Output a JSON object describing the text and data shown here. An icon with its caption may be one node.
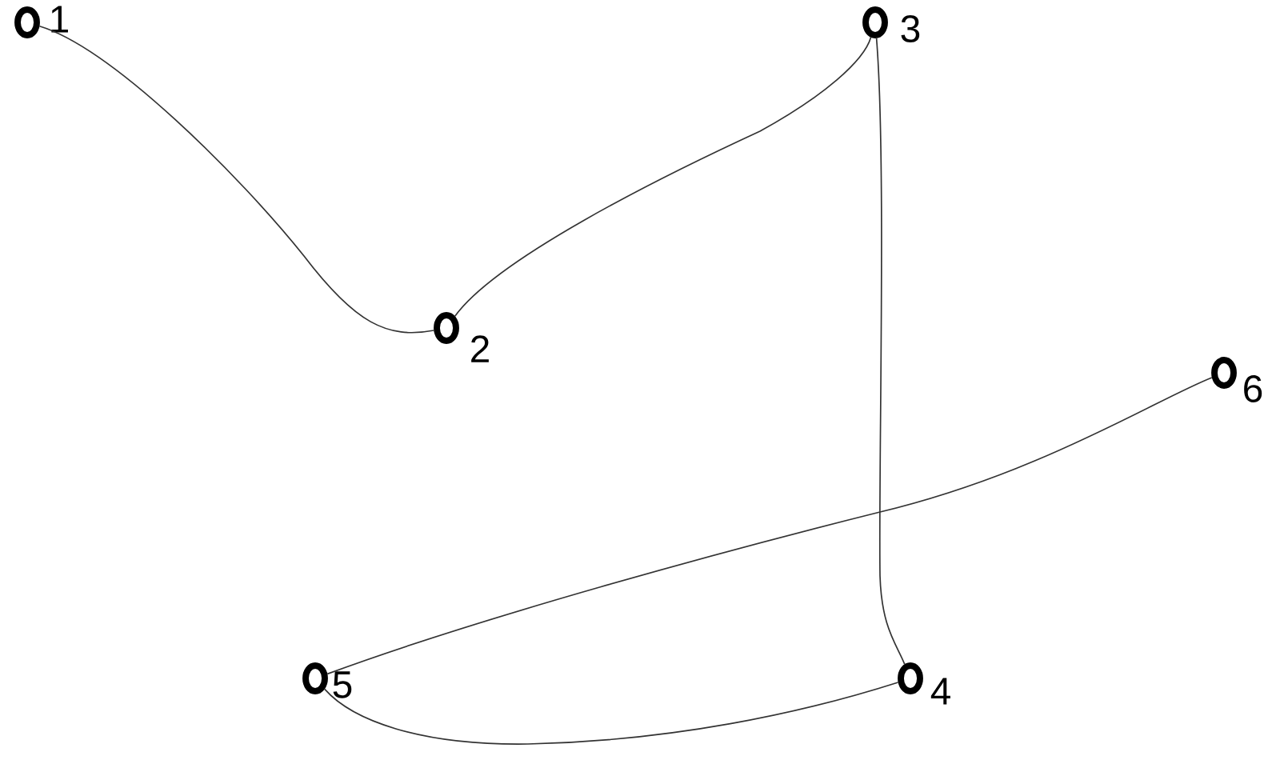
{
  "diagram": {
    "nodes": [
      {
        "text": [],
        "shape": "circle",
        "beside": [
          "1"
        ]
      },
      {
        "text": [],
        "shape": "circle",
        "beside": [
          "2"
        ]
      },
      {
        "text": [],
        "shape": "circle",
        "beside": [
          "3"
        ]
      },
      {
        "text": [],
        "shape": "circle",
        "beside": [
          "4"
        ]
      },
      {
        "text": [],
        "shape": "circle",
        "beside": [
          "5"
        ]
      },
      {
        "text": [],
        "shape": "circle",
        "beside": [
          "6"
        ]
      }
    ],
    "edges": [
      {
        "from": 0,
        "to": 1,
        "arrow": "none"
      },
      {
        "from": 1,
        "to": 2,
        "arrow": "none"
      },
      {
        "from": 2,
        "to": 3,
        "arrow": "none"
      },
      {
        "from": 3,
        "to": 4,
        "arrow": "none"
      },
      {
        "from": 4,
        "to": 5,
        "arrow": "none"
      }
    ]
  }
}
